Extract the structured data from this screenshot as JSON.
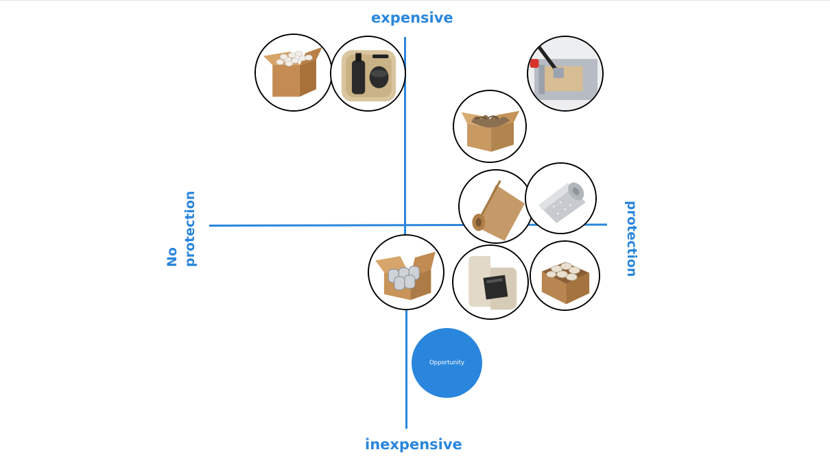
{
  "axes": {
    "top": "expensive",
    "bottom": "inexpensive",
    "left_line1": "No",
    "left_line2": "protection",
    "right": "protection"
  },
  "opportunity": {
    "label": "Opportunity",
    "color": "#2a86dd"
  },
  "accent_color": "#2a86dd",
  "items": [
    "box-with-packing-peanuts",
    "molded-pulp-tray",
    "automated-foam-packing",
    "crinkle-paper-fill-box",
    "kraft-paper-roll",
    "bubble-wrap-roll",
    "air-pillow-box",
    "molded-pulp-insert",
    "paper-cushion-fill-box"
  ]
}
